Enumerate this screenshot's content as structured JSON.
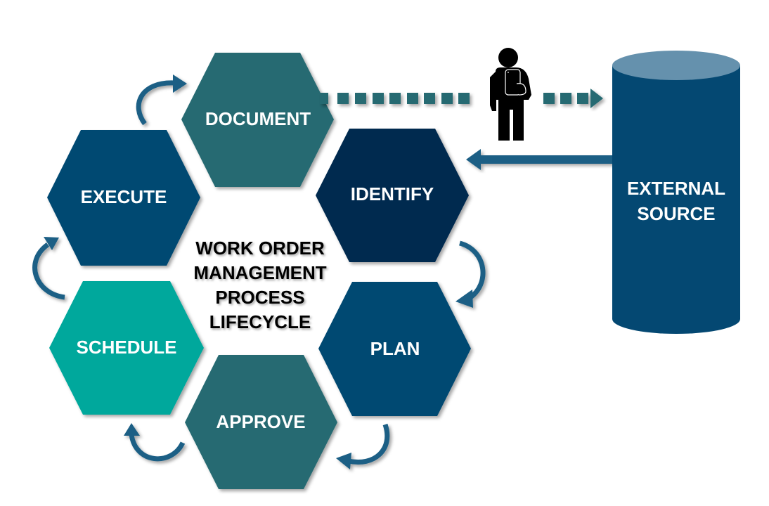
{
  "title": {
    "lines": [
      "WORK ORDER",
      "MANAGEMENT",
      "PROCESS",
      "LIFECYCLE"
    ]
  },
  "stages": [
    {
      "id": "document",
      "label": "DOCUMENT",
      "color": "#256b72"
    },
    {
      "id": "identify",
      "label": "IDENTIFY",
      "color": "#032a50"
    },
    {
      "id": "plan",
      "label": "PLAN",
      "color": "#044872"
    },
    {
      "id": "approve",
      "label": "APPROVE",
      "color": "#256b72"
    },
    {
      "id": "schedule",
      "label": "SCHEDULE",
      "color": "#05a89c"
    },
    {
      "id": "execute",
      "label": "EXECUTE",
      "color": "#044872"
    }
  ],
  "external_source": {
    "lines": [
      "EXTERNAL",
      "SOURCE"
    ],
    "body_color": "#044872",
    "top_color": "#6591ad"
  },
  "connectors": {
    "dashed_arrow_color": "#256b72",
    "solid_arrow_color": "#1a5f85",
    "cycle_arrow_color": "#1a5f85"
  },
  "icons": {
    "person": "person-with-tablet-icon"
  }
}
